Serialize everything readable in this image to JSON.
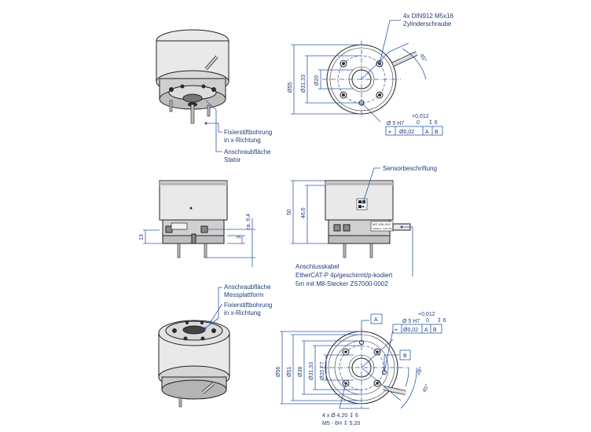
{
  "annotations": {
    "screw": [
      "4x DIN912 M5x16",
      "Zylinderschraube"
    ],
    "pin_bore_top": [
      "Fixierstiftbohrung",
      "in x-Richtung"
    ],
    "stator": "Anschraubfläche Stator",
    "stator_line2": "Stator",
    "sensor": "Sensorbeschriftung",
    "cable": [
      "Anschlusskabel",
      "EtherCAT-P 4p/geschirmt/p-kodiert",
      "5m mit M8-Stecker ZS7000-0002"
    ],
    "plate": [
      "Anschraubfläche",
      "Messplattform"
    ],
    "pin_bore_bottom": [
      "Fixierstiftbohrung",
      "in x-Richtung"
    ]
  },
  "dimensions": {
    "top_view": {
      "d55": "Ø55",
      "d3133": "Ø31,33",
      "d20": "Ø20",
      "angle": "45°",
      "tol_hole": "Ø 5 H7",
      "tol_plus": "+0,012",
      "tol_zero": "0",
      "depth": "↧ 6",
      "pos_sym": "⌖",
      "pos_val": "Ø0,02",
      "datum_a": "A",
      "datum_b": "B"
    },
    "side_left": {
      "d13": "13",
      "d3": "3",
      "d94": "ca. 9,4"
    },
    "side_right": {
      "d50": "50",
      "d466": "46,6"
    },
    "bottom_view": {
      "d56": "Ø56",
      "d51": "Ø51",
      "d38": "Ø38",
      "d3133": "Ø31,33",
      "d20f7": "Ø20 F7",
      "angle28": "28°",
      "angle45": "45°",
      "tol_hole": "Ø 5 H7",
      "tol_plus": "+0,012",
      "tol_zero": "0",
      "depth": "↧ 6",
      "pos_sym": "⌖",
      "pos_val": "Ø0,02",
      "datum_a": "A",
      "datum_b": "B",
      "holes_line1": "4 x Ø 4,20 ↧ 6",
      "holes_line2": "M5 - 6H ↧ 5,20"
    }
  },
  "sensor_label": {
    "line1": "MS X00-X00",
    "line2": "Artikelnr.: XXX     SN: 10003741"
  },
  "colors": {
    "annotation_blue": "#2f5aa8",
    "text_blue": "#1f3b7a",
    "body_gray": "#e9e9e9"
  }
}
